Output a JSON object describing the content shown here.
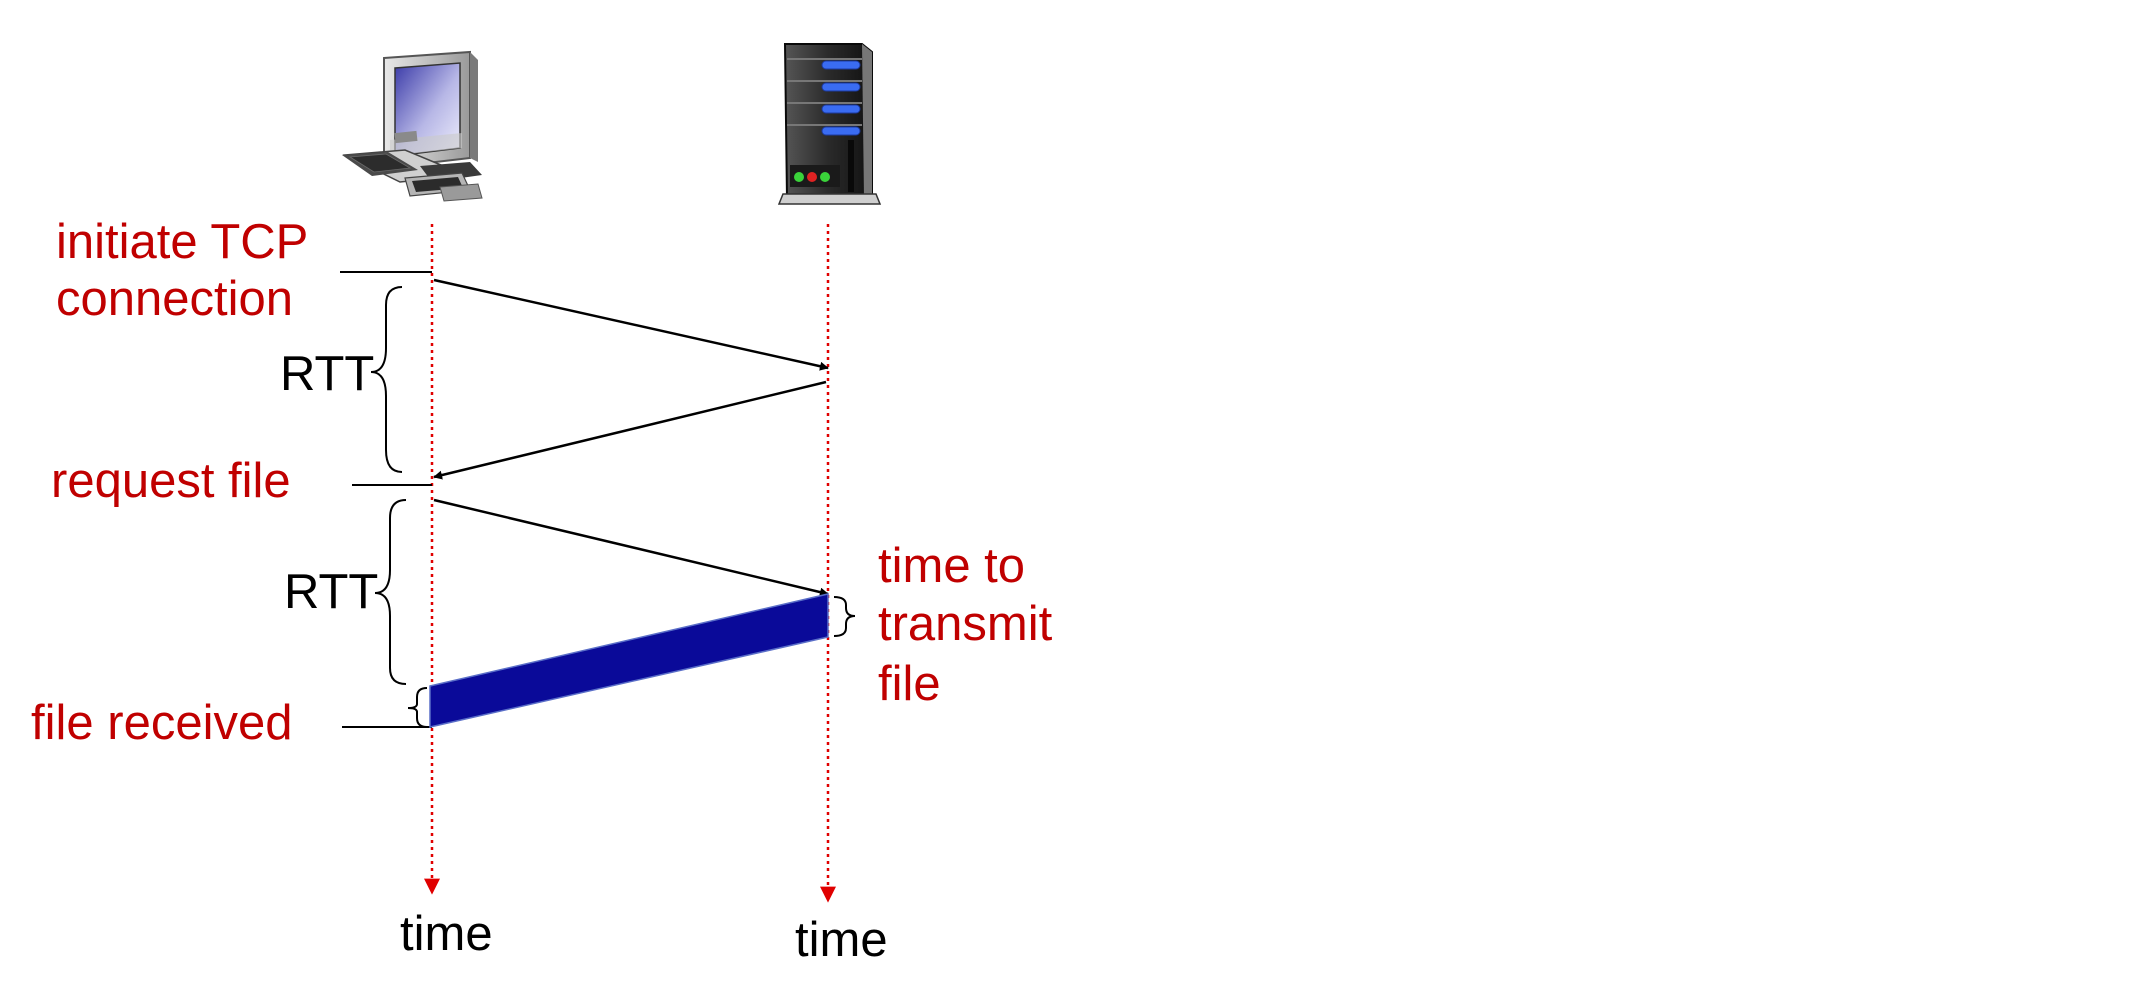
{
  "labels": {
    "initiate_line1": "initiate TCP",
    "initiate_line2": "connection",
    "rtt_1": "RTT",
    "request_file": "request file",
    "rtt_2": "RTT",
    "file_received": "file received",
    "transmit_line1": "time to",
    "transmit_line2": "transmit",
    "transmit_line3": "file",
    "client_time": "time",
    "server_time": "time"
  },
  "icons": {
    "client": "desktop-computer-icon",
    "server": "server-tower-icon"
  },
  "colors": {
    "annotation": "#c00000",
    "timeline": "#e00000",
    "message": "#000000",
    "file_transfer": "#0a0a99"
  }
}
